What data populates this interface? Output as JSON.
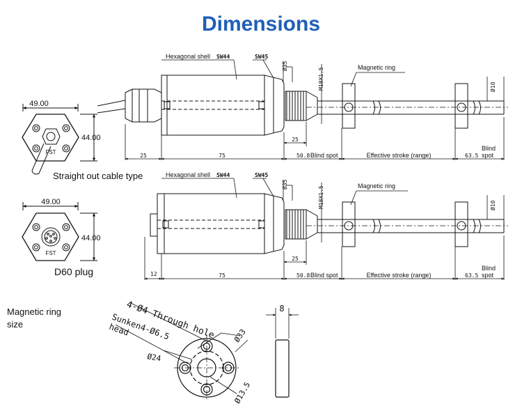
{
  "title": "Dimensions",
  "top_view": {
    "hex_width": "49.00",
    "hex_height": "44.00",
    "logo": "FST",
    "caption": "Straight out cable type",
    "shell_label": "Hexagonal shell",
    "sw44": "SW44",
    "sw45": "SW45",
    "d35": "Ø35",
    "thread": "M18X1.5",
    "magnetic_ring": "Magnetic ring",
    "d10": "Ø10",
    "dim_25_left": "25",
    "dim_75": "75",
    "dim_25_thread": "25",
    "dim_508": "50.8",
    "blind_spot": "Blind spot",
    "effective_stroke": "Effective stroke (range)",
    "dim_635": "63.5",
    "blind_spot_end_1": "Blind",
    "blind_spot_end_2": "spot"
  },
  "bottom_view": {
    "hex_width": "49.00",
    "hex_height": "44.00",
    "logo": "FST",
    "caption": "D60 plug",
    "shell_label": "Hexagonal shell",
    "sw44": "SW44",
    "sw45": "SW45",
    "d35": "Ø35",
    "thread": "M18X1.5",
    "magnetic_ring": "Magnetic ring",
    "d10": "Ø10",
    "dim_12": "12",
    "dim_75": "75",
    "dim_25_thread": "25",
    "dim_508": "50.8",
    "blind_spot": "Blind spot",
    "effective_stroke": "Effective stroke (range)",
    "dim_635": "63.5",
    "blind_spot_end_1": "Blind",
    "blind_spot_end_2": "spot"
  },
  "ring": {
    "label_1": "Magnetic ring",
    "label_2": "size",
    "through_hole": "4-Ø4 Through hole",
    "sunken_1": "Sunken4-Ø6.5",
    "sunken_2": "head",
    "d33": "Ø33",
    "d24": "Ø24",
    "d135": "Ø13.5",
    "thickness": "8"
  }
}
